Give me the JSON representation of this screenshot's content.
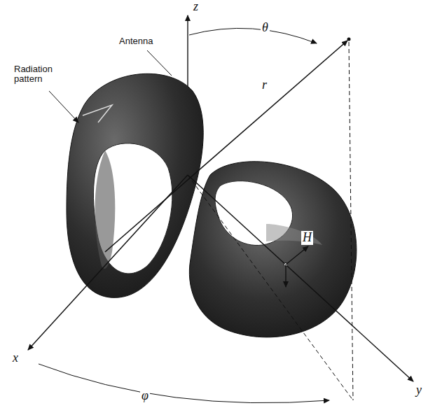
{
  "diagram": {
    "labels": [
      "z",
      "θ",
      "Antenna",
      "Radiation pattern",
      "r",
      "H",
      "x",
      "φ",
      "y"
    ]
  }
}
